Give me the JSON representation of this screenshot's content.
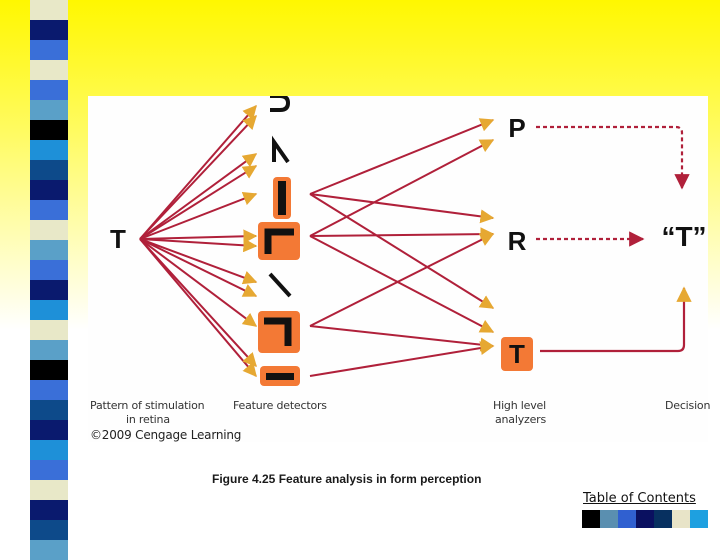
{
  "figure": {
    "labels": {
      "pattern": "Pattern of stimulation",
      "pattern_line2": "in retina",
      "features": "Feature detectors",
      "high_level": "High level",
      "high_level_line2": "analyzers",
      "decision": "Decision"
    },
    "copyright": "©2009 Cengage Learning",
    "stimulus_letter": "T",
    "analyzer_letters": [
      "P",
      "R",
      "T"
    ],
    "decision_text": "“T”",
    "colors": {
      "arrow": "#b0203a",
      "arrowhead": "#e6a832",
      "highlight": "#f26a1f",
      "dashed": "#b0203a"
    }
  },
  "caption": "Figure 4.25  Feature analysis in form perception",
  "nav": {
    "toc_label": "Table of Contents"
  },
  "palette": {
    "strip": [
      "#3a6fd8",
      "#0a1a6e",
      "#e8e8c8",
      "#5aa0c8",
      "#000000",
      "#1e90d8",
      "#0d4a8a"
    ],
    "swatches": [
      "#000000",
      "#5a8fb0",
      "#3060d0",
      "#0a1060",
      "#073060",
      "#e8e4c8",
      "#1ea0e0"
    ]
  }
}
